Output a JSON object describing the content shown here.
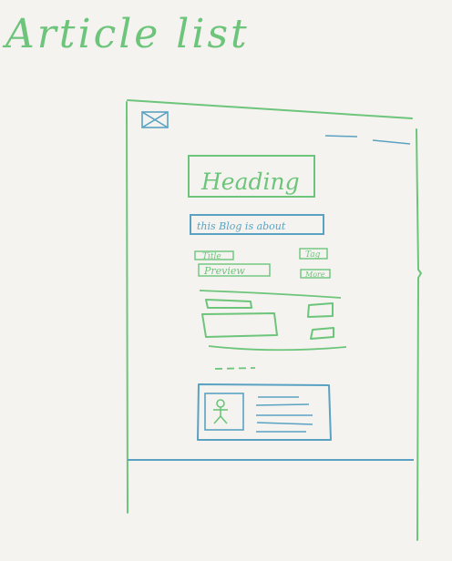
{
  "page": {
    "title": "Article list"
  },
  "colors": {
    "green": "#6cc57a",
    "blue": "#5aa2c2",
    "background": "#f5f3f0"
  },
  "icons": {
    "logo": "x-box-icon",
    "avatar": "person-icon"
  },
  "article": {
    "heading": "Heading",
    "intro": "this Blog is about",
    "meta_left_1": "Title",
    "meta_left_2": "Preview",
    "meta_right_1": "Tag",
    "meta_right_2": "More"
  }
}
